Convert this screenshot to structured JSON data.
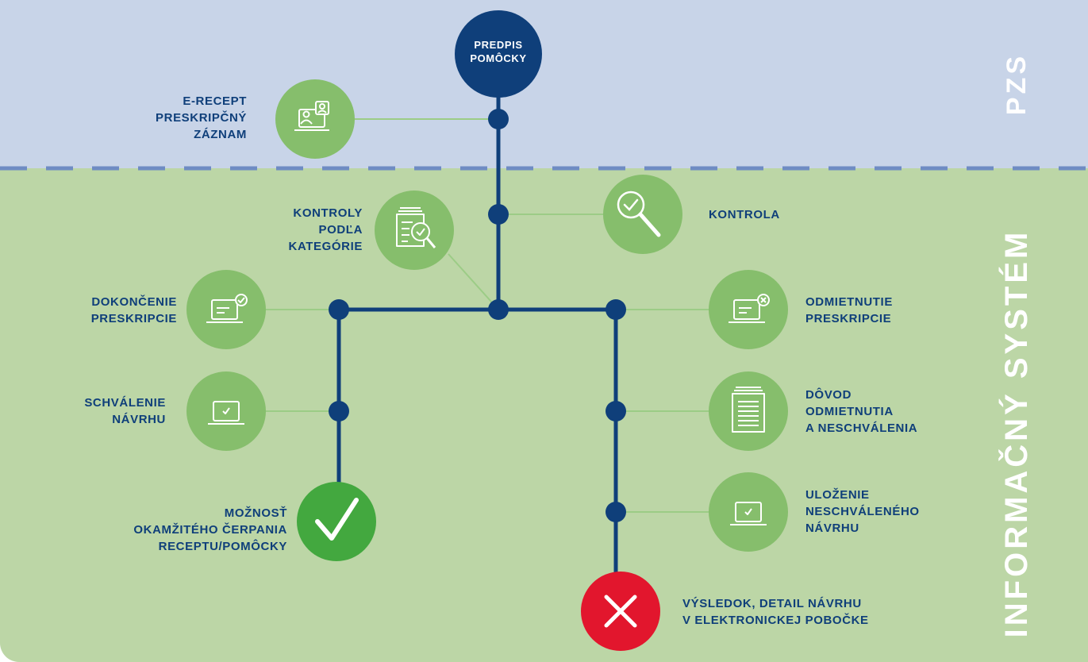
{
  "zones": {
    "top_label": "PZS",
    "bottom_label": "INFORMAČNÝ SYSTÉM"
  },
  "colors": {
    "top_band": "#c8d4e8",
    "bottom_band": "#bcd6a6",
    "node_green": "#86be6c",
    "line_navy": "#0f3f7a",
    "connector_light": "#9ccc86",
    "dash": "#6f8cc3",
    "success_green": "#43a83f",
    "error_red": "#e2162d",
    "text_navy": "#0f3f7a"
  },
  "start": {
    "line1": "PREDPIS",
    "line2": "POMÔCKY"
  },
  "steps": {
    "erecept": {
      "lines": [
        "E-RECEPT",
        "PRESKRIPČNÝ",
        "ZÁZNAM"
      ],
      "icon": "person-monitor-icon"
    },
    "kontrola": {
      "lines": [
        "KONTROLA"
      ],
      "icon": "magnifier-check-icon"
    },
    "kontroly_kategorie": {
      "lines": [
        "KONTROLY",
        "PODĽA",
        "KATEGÓRIE"
      ],
      "icon": "documents-search-icon"
    },
    "dokoncenie": {
      "lines": [
        "DOKONČENIE",
        "PRESKRIPCIE"
      ],
      "icon": "laptop-check-icon"
    },
    "odmietnutie": {
      "lines": [
        "ODMIETNUTIE",
        "PRESKRIPCIE"
      ],
      "icon": "laptop-x-icon"
    },
    "schvalenie": {
      "lines": [
        "SCHVÁLENIE",
        "NÁVRHU"
      ],
      "icon": "laptop-tick-icon"
    },
    "dovod": {
      "lines": [
        "DÔVOD",
        "ODMIETNUTIA",
        "A NESCHVÁLENIA"
      ],
      "icon": "document-stack-icon"
    },
    "ulozenie": {
      "lines": [
        "ULOŽENIE",
        "NESCHVÁLENÉHO",
        "NÁVRHU"
      ],
      "icon": "laptop-tick-icon"
    },
    "moznost": {
      "lines": [
        "MOŽNOSŤ",
        "OKAMŽITÉHO ČERPANIA",
        "RECEPTU/POMÔCKY"
      ],
      "icon": "checkmark-icon"
    },
    "vysledok": {
      "lines": [
        "VÝSLEDOK, DETAIL NÁVRHU",
        "V ELEKTRONICKEJ POBOČKE"
      ],
      "icon": "cross-icon"
    }
  }
}
